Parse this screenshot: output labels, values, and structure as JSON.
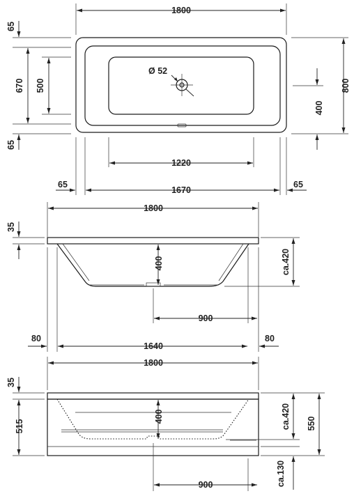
{
  "top_view": {
    "overall_width": "1800",
    "rim_top": "65",
    "inner_depth": "670",
    "rim_bottom": "65",
    "basin_depth": "500",
    "drain_symbol": "Ø",
    "drain_diameter": "52",
    "drain_offset": "400",
    "overall_depth": "800",
    "basin_length": "1220",
    "rim_left": "65",
    "inner_length": "1670",
    "rim_right": "65"
  },
  "side_view": {
    "overall_width": "1800",
    "rim_height": "35",
    "depth": "400",
    "total_height": "ca.420",
    "drain_distance": "900",
    "left_offset": "80",
    "bottom_length": "1640",
    "right_offset": "80"
  },
  "panel_view": {
    "overall_width": "1800",
    "rim_height": "35",
    "panel_height": "515",
    "depth": "400",
    "tub_height": "ca.420",
    "overall_height": "550",
    "foot_height": "ca.130",
    "drain_distance": "900"
  }
}
